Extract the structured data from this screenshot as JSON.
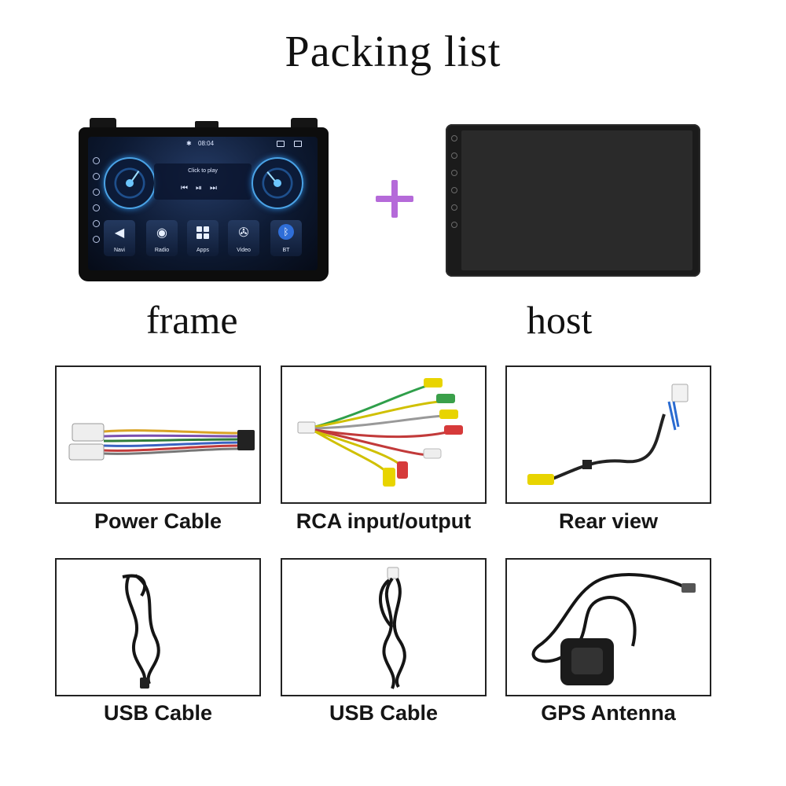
{
  "page": {
    "title": "Packing list"
  },
  "main_items": {
    "frame_label": "frame",
    "host_label": "host"
  },
  "head_unit_screen": {
    "time": "08:04",
    "player_caption": "Click to play",
    "tiles": [
      {
        "label": "Navi",
        "icon": "navigation-arrow-icon"
      },
      {
        "label": "Radio",
        "icon": "radio-knob-icon"
      },
      {
        "label": "Apps",
        "icon": "apps-grid-icon"
      },
      {
        "label": "Video",
        "icon": "film-reel-icon"
      },
      {
        "label": "BT",
        "icon": "bluetooth-icon"
      }
    ]
  },
  "accessories": [
    {
      "label": "Power Cable",
      "icon": "power-harness-image"
    },
    {
      "label": "RCA input/output",
      "icon": "rca-cable-image"
    },
    {
      "label": "Rear view",
      "icon": "rear-camera-cable-image"
    },
    {
      "label": "USB Cable",
      "icon": "usb-cable-image"
    },
    {
      "label": "USB Cable",
      "icon": "usb-cable-image"
    },
    {
      "label": "GPS Antenna",
      "icon": "gps-antenna-image"
    }
  ],
  "colors": {
    "plus_sign": "#b56ad9",
    "text": "#111111",
    "box_border": "#222222"
  }
}
